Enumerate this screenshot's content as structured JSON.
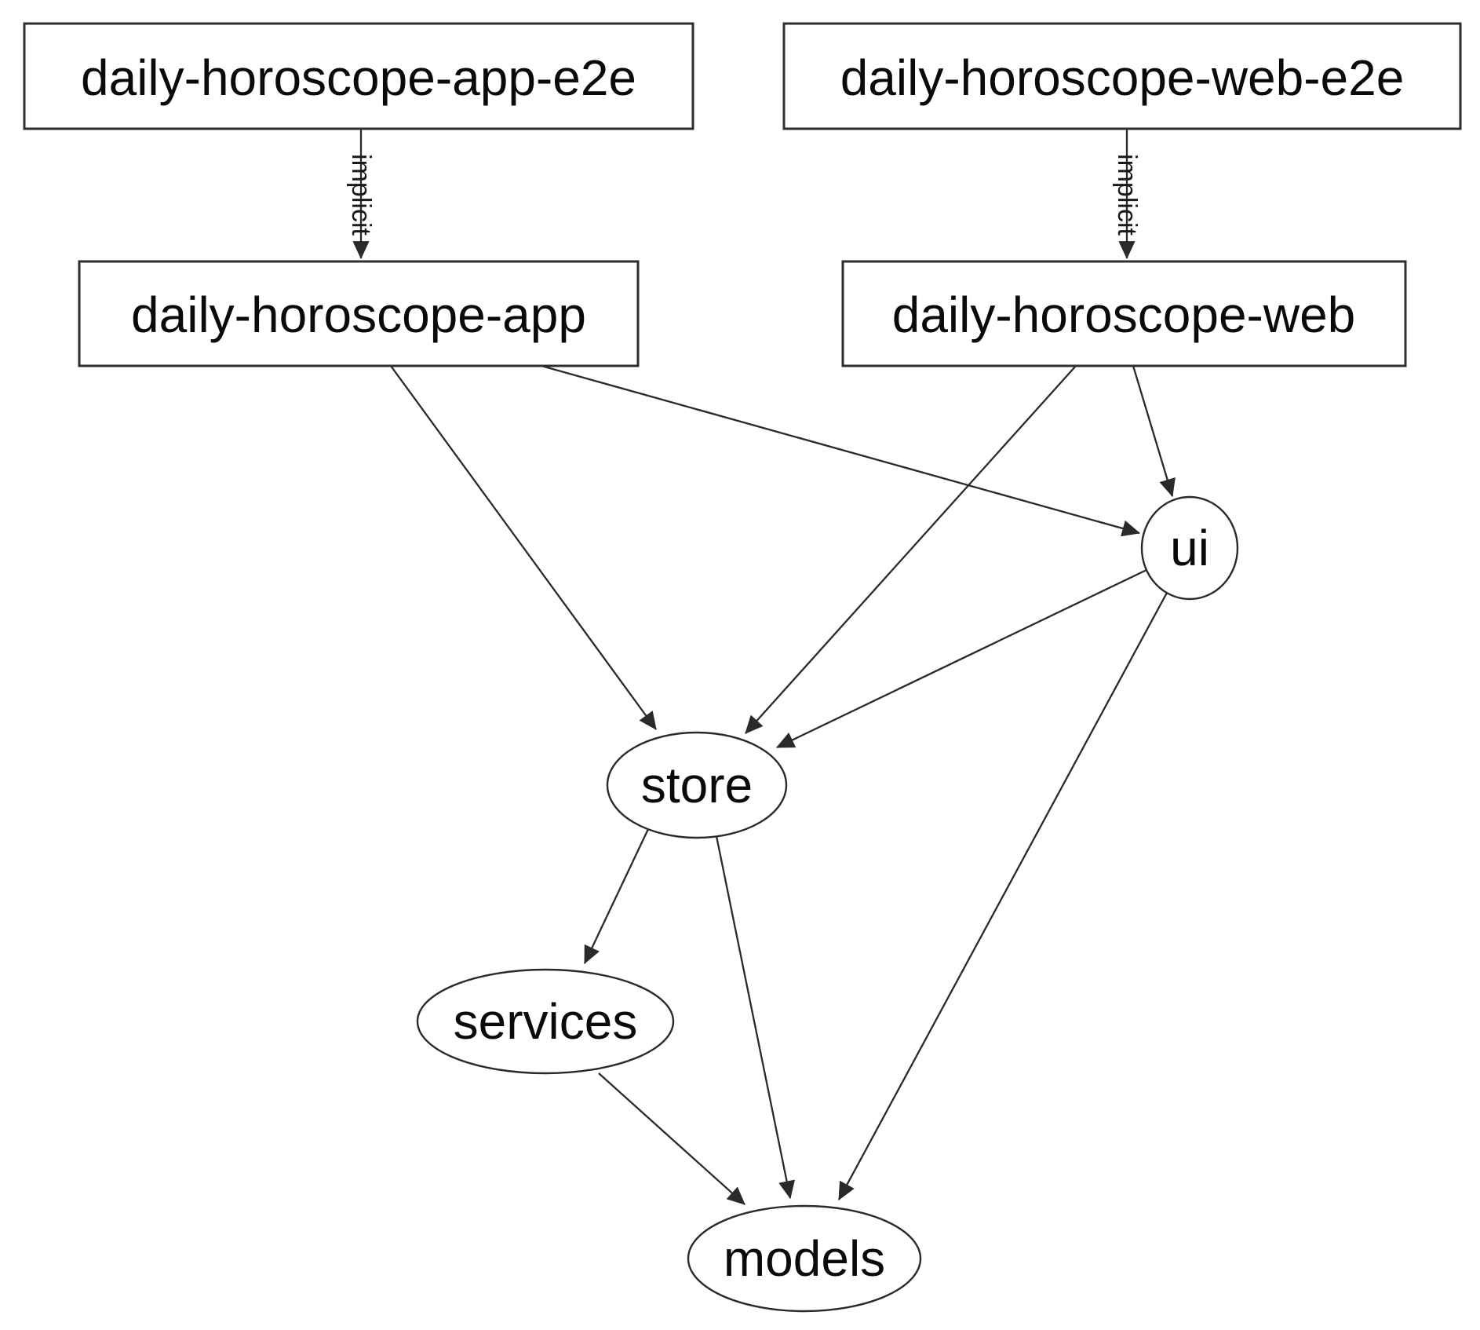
{
  "diagram": {
    "type": "dependency-graph",
    "nodes": {
      "app_e2e": {
        "label": "daily-horoscope-app-e2e",
        "shape": "box"
      },
      "web_e2e": {
        "label": "daily-horoscope-web-e2e",
        "shape": "box"
      },
      "app": {
        "label": "daily-horoscope-app",
        "shape": "box"
      },
      "web": {
        "label": "daily-horoscope-web",
        "shape": "box"
      },
      "ui": {
        "label": "ui",
        "shape": "ellipse"
      },
      "store": {
        "label": "store",
        "shape": "ellipse"
      },
      "services": {
        "label": "services",
        "shape": "ellipse"
      },
      "models": {
        "label": "models",
        "shape": "ellipse"
      }
    },
    "edges": [
      {
        "from": "daily-horoscope-app-e2e",
        "to": "daily-horoscope-app",
        "label": "implicit"
      },
      {
        "from": "daily-horoscope-web-e2e",
        "to": "daily-horoscope-web",
        "label": "implicit"
      },
      {
        "from": "daily-horoscope-app",
        "to": "store",
        "label": ""
      },
      {
        "from": "daily-horoscope-app",
        "to": "ui",
        "label": ""
      },
      {
        "from": "daily-horoscope-web",
        "to": "store",
        "label": ""
      },
      {
        "from": "daily-horoscope-web",
        "to": "ui",
        "label": ""
      },
      {
        "from": "ui",
        "to": "store",
        "label": ""
      },
      {
        "from": "ui",
        "to": "models",
        "label": ""
      },
      {
        "from": "store",
        "to": "services",
        "label": ""
      },
      {
        "from": "store",
        "to": "models",
        "label": ""
      },
      {
        "from": "services",
        "to": "models",
        "label": ""
      }
    ],
    "colors": {
      "background": "#ffffff",
      "stroke": "#2a2a2a",
      "text": "#0a0a0a"
    }
  }
}
